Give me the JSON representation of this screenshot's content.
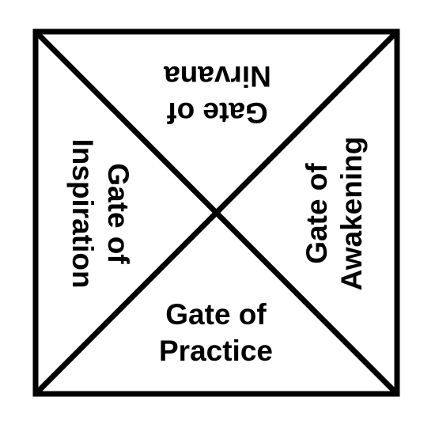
{
  "diagram": {
    "gates": {
      "top": {
        "line1": "Gate of",
        "line2": "Nirvana"
      },
      "left": {
        "line1": "Gate of",
        "line2": "Inspiration"
      },
      "right": {
        "line1": "Gate of",
        "line2": "Awakening"
      },
      "bottom": {
        "line1": "Gate of",
        "line2": "Practice"
      }
    },
    "colors": {
      "stroke": "#000000",
      "background": "#ffffff"
    }
  }
}
